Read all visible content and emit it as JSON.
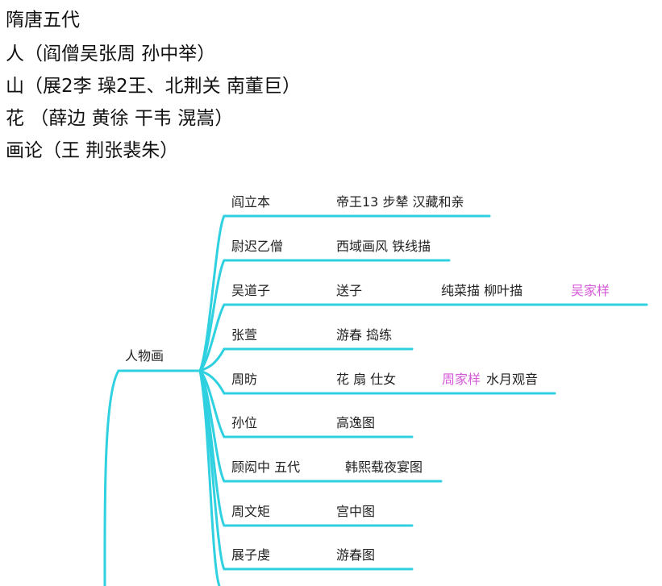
{
  "headings": [
    "隋唐五代",
    "人（阎僧吴张周 孙中举）",
    "山（展2李 璪2王、北荆关 南董巨）",
    "花 （薛边 黄徐 干韦 滉嵩）",
    "画论（王 荆张裴朱）"
  ],
  "mindmap": {
    "line_color": "#2fd0e0",
    "accent_color": "#d45ad8",
    "root": "人物画",
    "branches": [
      {
        "name": "阎立本",
        "desc": "帝王13   步辇 汉藏和亲"
      },
      {
        "name": "尉迟乙僧",
        "desc": "西域画风 铁线描"
      },
      {
        "name": "吴道子",
        "desc": "送子",
        "extra": "纯菜描 柳叶描",
        "style": "吴家样"
      },
      {
        "name": "张萱",
        "desc": "游春 捣练"
      },
      {
        "name": "周昉",
        "desc": "花 扇 仕女",
        "style": "周家样",
        "extra": "水月观音"
      },
      {
        "name": "孙位",
        "desc": "高逸图"
      },
      {
        "name": "顾闳中 五代",
        "desc": "韩熙载夜宴图"
      },
      {
        "name": "周文矩",
        "desc": "宫中图"
      },
      {
        "name": "展子虔",
        "desc": "游春图"
      }
    ]
  }
}
